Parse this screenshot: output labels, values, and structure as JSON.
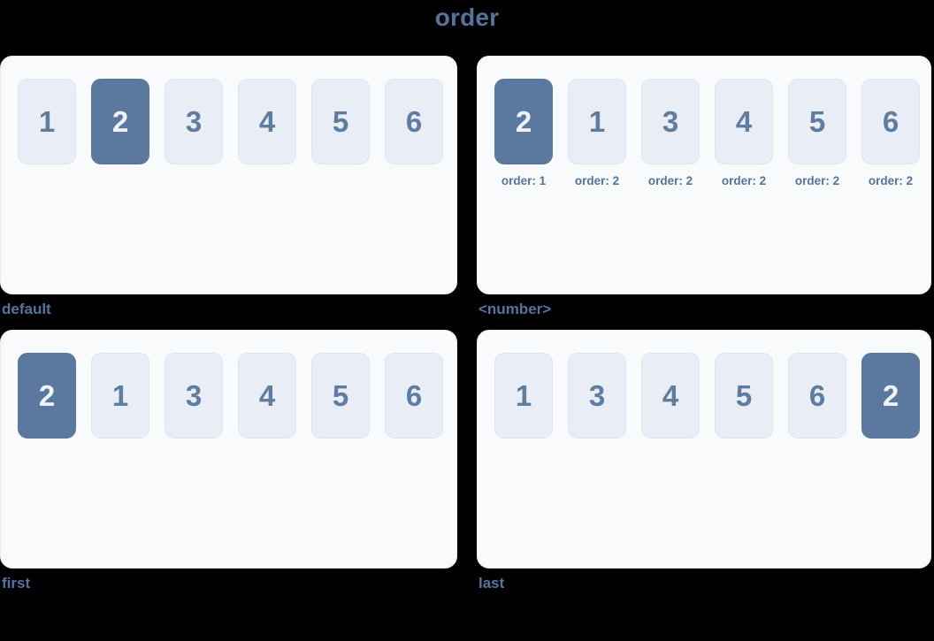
{
  "title": "order",
  "colors": {
    "background": "#000000",
    "panel_background": "#f8fafc",
    "panel_border": "#e9edf3",
    "box_background": "#e9edf6",
    "box_border": "#dfe5f0",
    "box_text": "#5f7da1",
    "highlight_background": "#5b799e",
    "highlight_text": "#f0f4fa",
    "label_text": "#54749e"
  },
  "panels": [
    {
      "label": "default",
      "items": [
        {
          "value": "1",
          "highlighted": false
        },
        {
          "value": "2",
          "highlighted": true
        },
        {
          "value": "3",
          "highlighted": false
        },
        {
          "value": "4",
          "highlighted": false
        },
        {
          "value": "5",
          "highlighted": false
        },
        {
          "value": "6",
          "highlighted": false
        }
      ]
    },
    {
      "label": "<number>",
      "items": [
        {
          "value": "2",
          "highlighted": true,
          "sublabel": "order: 1"
        },
        {
          "value": "1",
          "highlighted": false,
          "sublabel": "order: 2"
        },
        {
          "value": "3",
          "highlighted": false,
          "sublabel": "order: 2"
        },
        {
          "value": "4",
          "highlighted": false,
          "sublabel": "order: 2"
        },
        {
          "value": "5",
          "highlighted": false,
          "sublabel": "order: 2"
        },
        {
          "value": "6",
          "highlighted": false,
          "sublabel": "order: 2"
        }
      ]
    },
    {
      "label": "first",
      "items": [
        {
          "value": "2",
          "highlighted": true
        },
        {
          "value": "1",
          "highlighted": false
        },
        {
          "value": "3",
          "highlighted": false
        },
        {
          "value": "4",
          "highlighted": false
        },
        {
          "value": "5",
          "highlighted": false
        },
        {
          "value": "6",
          "highlighted": false
        }
      ]
    },
    {
      "label": "last",
      "items": [
        {
          "value": "1",
          "highlighted": false
        },
        {
          "value": "3",
          "highlighted": false
        },
        {
          "value": "4",
          "highlighted": false
        },
        {
          "value": "5",
          "highlighted": false
        },
        {
          "value": "6",
          "highlighted": false
        },
        {
          "value": "2",
          "highlighted": true
        }
      ]
    }
  ]
}
